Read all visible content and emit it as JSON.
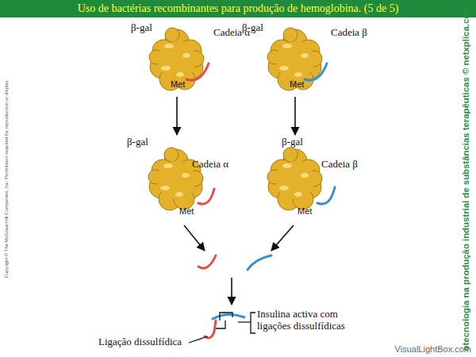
{
  "diagram": {
    "title": "Uso de bactérias recombinantes para produção de hemoglobina. (5 de 5)",
    "nodes": [
      {
        "text": [
          "β-gal",
          "Cadeia α",
          "Met"
        ]
      },
      {
        "text": [
          "β-gal",
          "Cadeia β",
          "Met"
        ]
      },
      {
        "text": [
          "β-gal",
          "Cadeia α",
          "Met"
        ]
      },
      {
        "text": [
          "β-gal",
          "Cadeia β",
          "Met"
        ]
      }
    ],
    "edges": [
      {
        "from": 0,
        "to": 2,
        "arrow": "to"
      },
      {
        "from": 1,
        "to": 3,
        "arrow": "to"
      }
    ],
    "labels": [
      "Insulina activa com ligações dissulfídicas",
      "Ligação dissulfídica",
      "Copyright © The McGraw-Hill Companies, Inc. Permission required for reproduction or display.",
      "otecnologia na produção industrial de substâncias terapêuticas © netxplica.com",
      "VisualLightBox.com"
    ]
  }
}
